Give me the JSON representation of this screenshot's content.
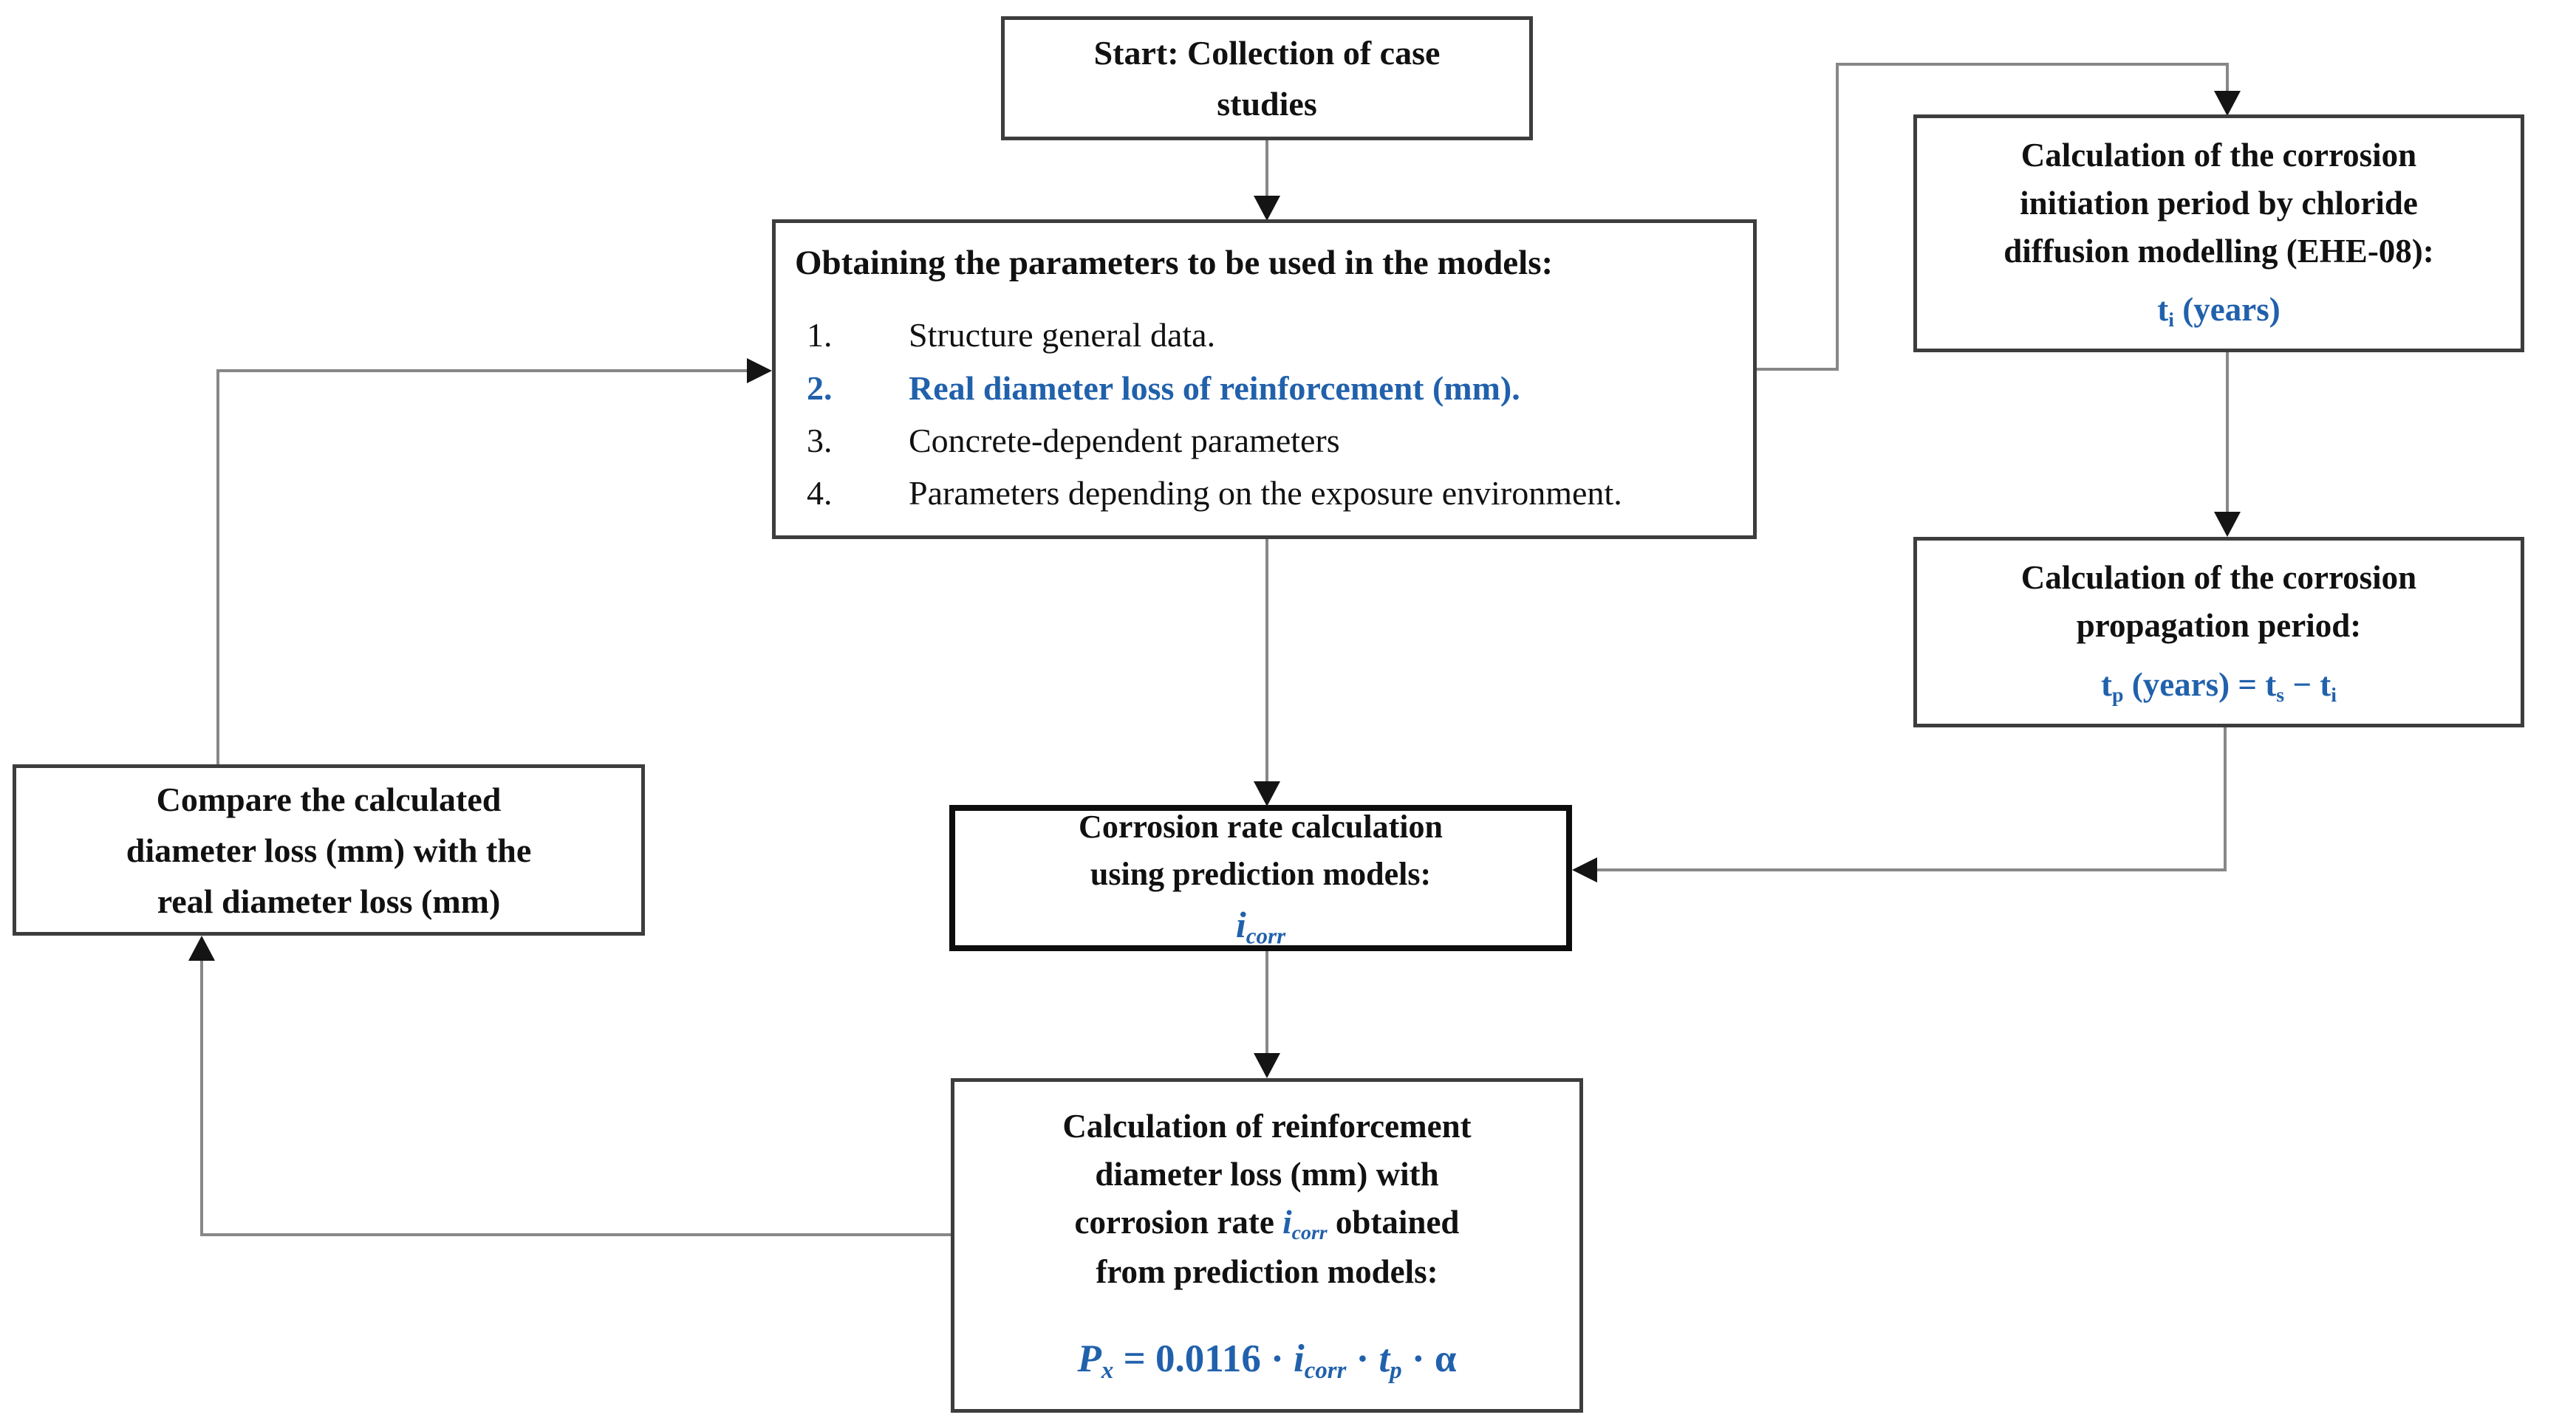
{
  "colors": {
    "accent_blue": "#2161AC",
    "connector_gray": "#878787",
    "box_border_dark": "#3D3D3D",
    "arrowhead_black": "#141414"
  },
  "boxes": {
    "start": {
      "line1": "Start: Collection of case",
      "line2": "studies"
    },
    "params": {
      "header": "Obtaining the parameters to be used in the models:",
      "items": [
        {
          "num": "1.",
          "text": "Structure general data."
        },
        {
          "num": "2.",
          "text": "Real diameter loss of reinforcement (mm)."
        },
        {
          "num": "3.",
          "text": "Concrete-dependent parameters"
        },
        {
          "num": "4.",
          "text": "Parameters depending on the exposure environment."
        }
      ]
    },
    "initiation": {
      "line1": "Calculation of the corrosion",
      "line2": "initiation period by chloride",
      "line3": "diffusion modelling (EHE-08):",
      "formula": {
        "base": "t",
        "sub": "i",
        "rest": " (years)"
      }
    },
    "propagation": {
      "line1": "Calculation of the corrosion",
      "line2": "propagation period:",
      "formula": {
        "t1": "t",
        "s1": "p",
        "mid": " (years) = ",
        "t2": "t",
        "s2": "s",
        "minus": " − ",
        "t3": "t",
        "s3": "i"
      }
    },
    "rate": {
      "line1": "Corrosion rate calculation",
      "line2": "using prediction models:",
      "formula": {
        "base": "i",
        "sub": "corr"
      }
    },
    "loss": {
      "line1": "Calculation of reinforcement",
      "line2": "diameter loss (mm) with",
      "line3a": "corrosion rate ",
      "line3i": "i",
      "line3sub": "corr",
      "line3b": " obtained",
      "line4": "from prediction models:",
      "formula": {
        "p": "P",
        "px": "x",
        "eq": " = 0.0116 · ",
        "i": "i",
        "icorr": "corr",
        "dot1": " · ",
        "t": "t",
        "tp": "p",
        "dot2": " · α"
      }
    },
    "compare": {
      "line1": "Compare the calculated",
      "line2": "diameter loss (mm) with the",
      "line3": "real diameter loss (mm)"
    }
  }
}
